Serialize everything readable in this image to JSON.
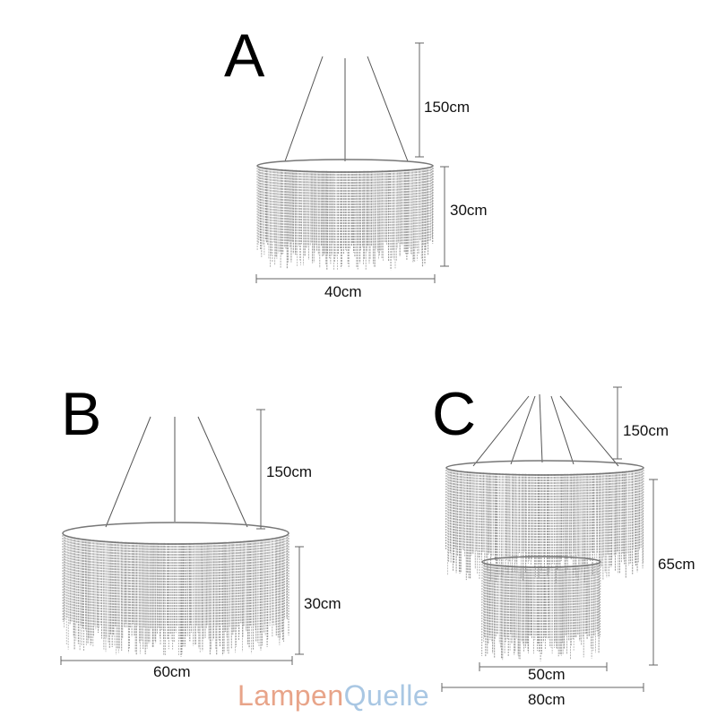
{
  "variants": [
    {
      "letter": "A",
      "cable_length": "150cm",
      "height": "30cm",
      "diameter": "40cm"
    },
    {
      "letter": "B",
      "cable_length": "150cm",
      "height": "30cm",
      "diameter": "60cm"
    },
    {
      "letter": "C",
      "cable_length": "150cm",
      "height": "65cm",
      "diameter_lower": "50cm",
      "diameter_upper": "80cm"
    }
  ],
  "logo": {
    "part1": "Lampen",
    "part2": "Quelle"
  },
  "colors": {
    "logo_part1": "#e8a489",
    "logo_part2": "#a9c7e3",
    "fringe": "#9a9a9a"
  }
}
